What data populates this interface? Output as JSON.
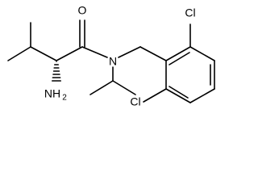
{
  "atoms": {
    "oxygen": "O",
    "nitrogen": "N",
    "amine": {
      "main": "NH",
      "sub": "2"
    },
    "chlorine_top": "Cl",
    "chlorine_bottom": "Cl"
  }
}
